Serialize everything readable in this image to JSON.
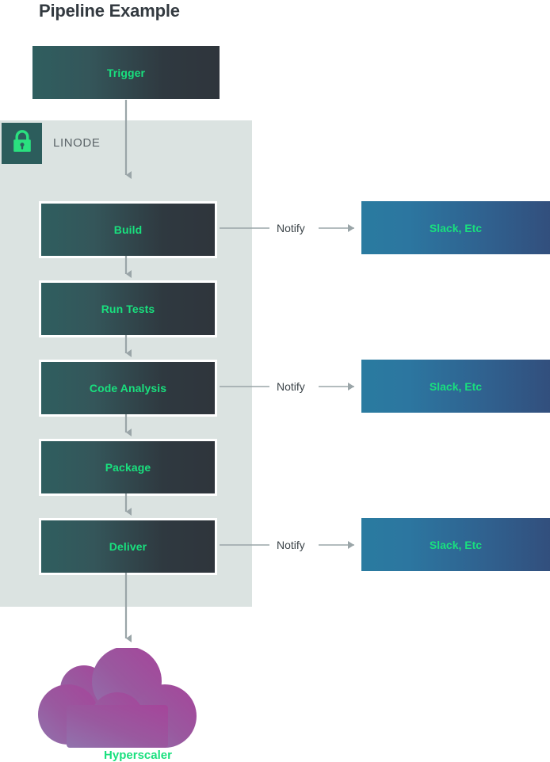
{
  "title": "Pipeline Example",
  "region": {
    "label": "LINODE",
    "icon": "lock-icon",
    "background_color": "#dbe3e1",
    "badge_color": "#2c5d5c",
    "icon_color": "#2ae07f"
  },
  "colors": {
    "accent_green": "#19e07e",
    "stage_gradient_start": "#2f5e5f",
    "stage_gradient_end": "#2f353c",
    "notify_gradient_start": "#2a7ba0",
    "notify_gradient_end": "#324f7d",
    "cloud_gradient_start": "#9b72ab",
    "cloud_gradient_end": "#a0479b",
    "arrow_color": "#9aa5a8",
    "title_color": "#333a40",
    "region_label_color": "#5b6468"
  },
  "trigger": {
    "label": "Trigger"
  },
  "stages": [
    {
      "label": "Build",
      "notify": true
    },
    {
      "label": "Run Tests",
      "notify": false
    },
    {
      "label": "Code Analysis",
      "notify": true
    },
    {
      "label": "Package",
      "notify": false
    },
    {
      "label": "Deliver",
      "notify": true
    }
  ],
  "notify_edges": [
    {
      "label": "Notify",
      "target": "Slack, Etc"
    },
    {
      "label": "Notify",
      "target": "Slack, Etc"
    },
    {
      "label": "Notify",
      "target": "Slack, Etc"
    }
  ],
  "cloud": {
    "label": "Hyperscaler"
  }
}
